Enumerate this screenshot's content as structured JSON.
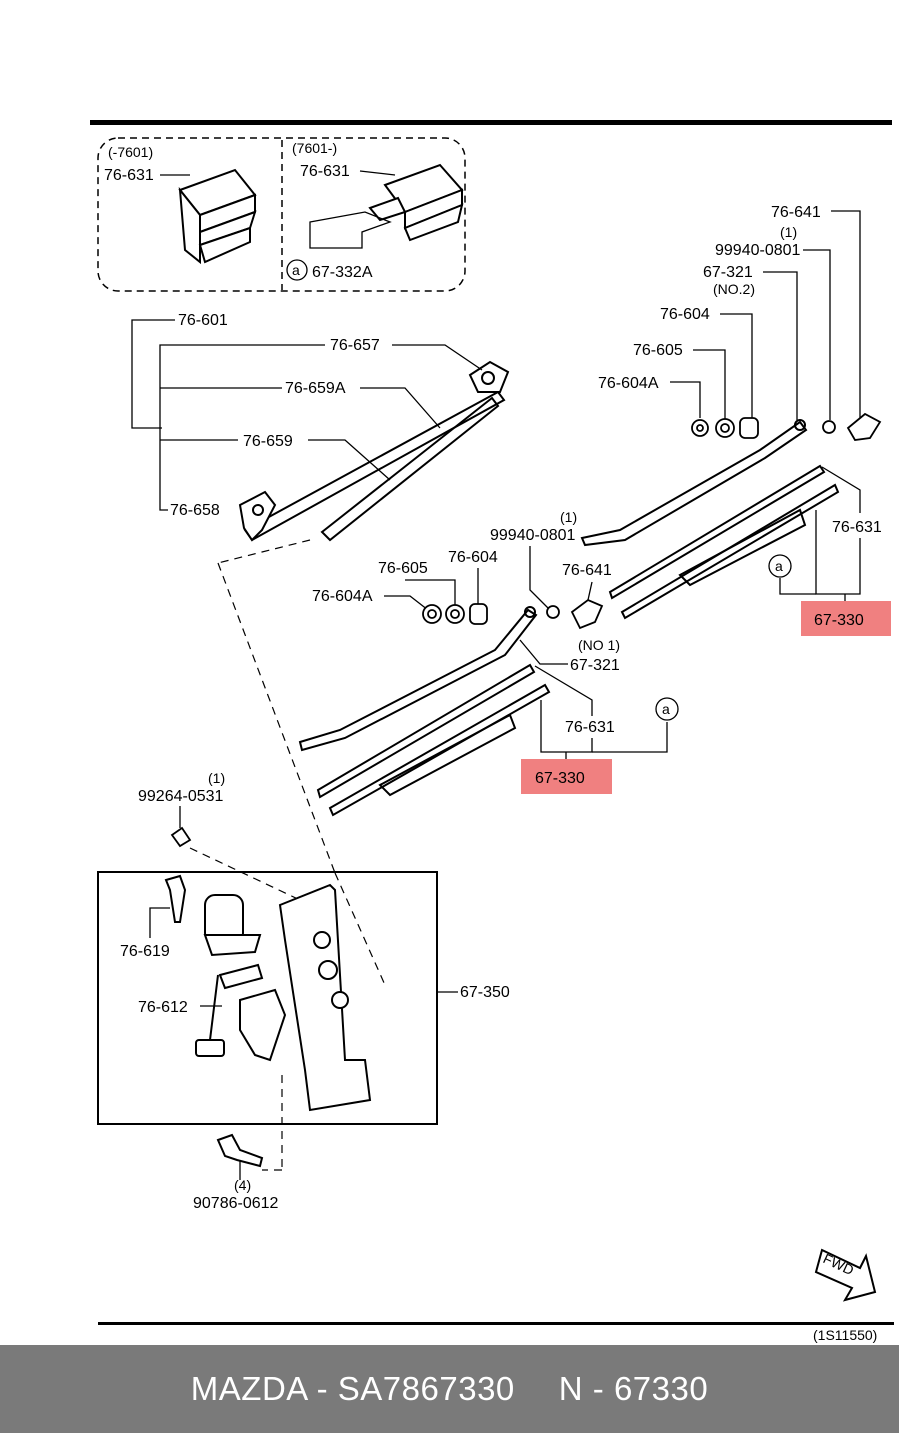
{
  "diagram": {
    "inset_left": {
      "range": "(-7601)",
      "part": "76-631"
    },
    "inset_right": {
      "range": "(7601-)",
      "part": "76-631",
      "circle_mark": "a",
      "circled_part": "67-332A"
    },
    "labels": {
      "p_76_641_top": "76-641",
      "qty_1_a": "(1)",
      "p_99940_0801_a": "99940-0801",
      "p_67_321_no2": "67-321",
      "no2": "(NO.2)",
      "p_76_604_a": "76-604",
      "p_76_605_a": "76-605",
      "p_76_604A_a": "76-604A",
      "p_76_601": "76-601",
      "p_76_657": "76-657",
      "p_76_659A": "76-659A",
      "p_76_659": "76-659",
      "p_76_658": "76-658",
      "p_76_631_right": "76-631",
      "circle_a_right": "a",
      "qty_1_b": "(1)",
      "p_99940_0801_b": "99940-0801",
      "p_76_605_b": "76-605",
      "p_76_604_b": "76-604",
      "p_76_604A_b": "76-604A",
      "p_76_641_mid": "76-641",
      "no1": "(NO 1)",
      "p_67_321_no1": "67-321",
      "p_76_631_mid": "76-631",
      "circle_a_mid": "a",
      "qty_1_c": "(1)",
      "p_99264_0531": "99264-0531",
      "p_76_619": "76-619",
      "p_76_612": "76-612",
      "p_67_350": "67-350",
      "qty_4": "(4)",
      "p_90786_0612": "90786-0612",
      "fwd": "FWD",
      "diagram_code": "(1S11550)"
    },
    "highlight_color": "#f08080",
    "highlighted": [
      {
        "label": "67-330"
      },
      {
        "label": "67-330"
      }
    ]
  },
  "footer": {
    "brand_part": "MAZDA - SA7867330",
    "n_part": "N - 67330"
  }
}
